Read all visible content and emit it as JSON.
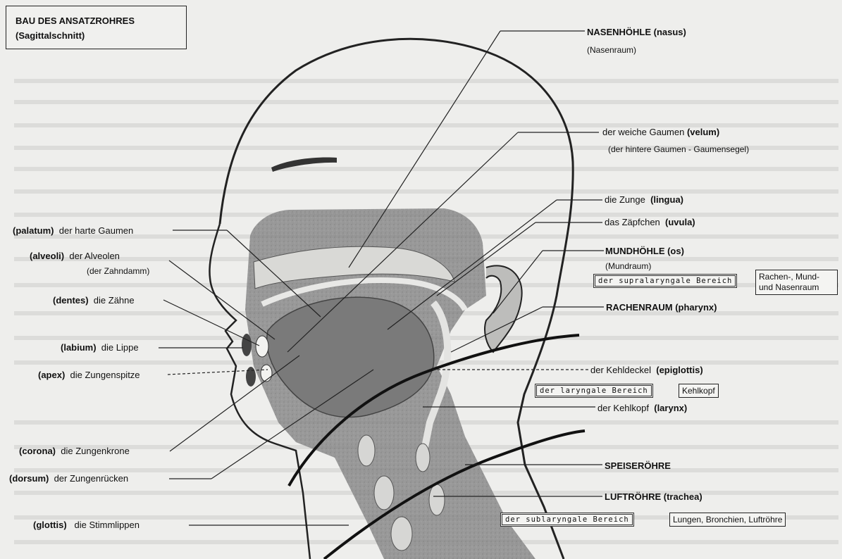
{
  "title": {
    "line1": "BAU DES ANSATZROHRES",
    "line2": "(Sagittalschnitt)"
  },
  "labels_right": {
    "nasenhoehle": "NASENHÖHLE (nasus)",
    "nasenraum": "(Nasenraum)",
    "weiche_gaumen": "der weiche Gaumen",
    "velum": "(velum)",
    "hintere_gaumen": "(der hintere Gaumen - Gaumensegel)",
    "zunge": "die Zunge",
    "lingua": "(lingua)",
    "zaepfchen": "das Zäpfchen",
    "uvula": "(uvula)",
    "mundhoehle": "MUNDHÖHLE (os)",
    "mundraum": "(Mundraum)",
    "rachenraum": "RACHENRAUM (pharynx)",
    "kehldeckel": "der Kehldeckel",
    "epiglottis": "(epiglottis)",
    "kehlkopf": "der Kehlkopf",
    "larynx": "(larynx)",
    "speiseroehre": "SPEISERÖHRE",
    "luftroehre": "LUFTRÖHRE (trachea)"
  },
  "labels_left": {
    "palatum_term": "(palatum)",
    "palatum_text": "der harte Gaumen",
    "alveoli_term": "(alveoli)",
    "alveoli_text": "der Alveolen",
    "alveoli_text2": "(der Zahndamm)",
    "dentes_term": "(dentes)",
    "dentes_text": "die Zähne",
    "labium_term": "(labium)",
    "labium_text": "die Lippe",
    "apex_term": "(apex)",
    "apex_text": "die Zungenspitze",
    "corona_term": "(corona)",
    "corona_text": "die Zungenkrone",
    "dorsum_term": "(dorsum)",
    "dorsum_text": "der Zungenrücken",
    "glottis_term": "(glottis)",
    "glottis_text": "die Stimmlippen"
  },
  "regions": {
    "supralaryngeal": "der supralaryngale Bereich",
    "supralaryngeal_desc_1": "Rachen-, Mund-",
    "supralaryngeal_desc_2": "und Nasenraum",
    "laryngeal": "der laryngale Bereich",
    "laryngeal_desc": "Kehlkopf",
    "sublaryngeal": "der sublaryngale Bereich",
    "sublaryngeal_desc": "Lungen, Bronchien, Luftröhre"
  }
}
